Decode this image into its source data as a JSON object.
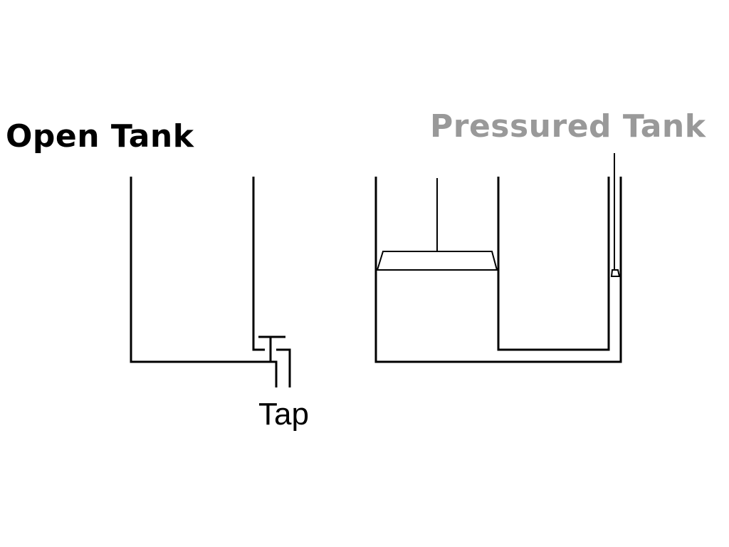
{
  "diagram": {
    "open_tank": {
      "title": "Open Tank",
      "tap_label": "Tap"
    },
    "pressured_tank": {
      "title": "Pressured Tank"
    },
    "colors": {
      "open_title": "#000000",
      "pressured_title": "#999999",
      "lines": "#000000"
    }
  }
}
